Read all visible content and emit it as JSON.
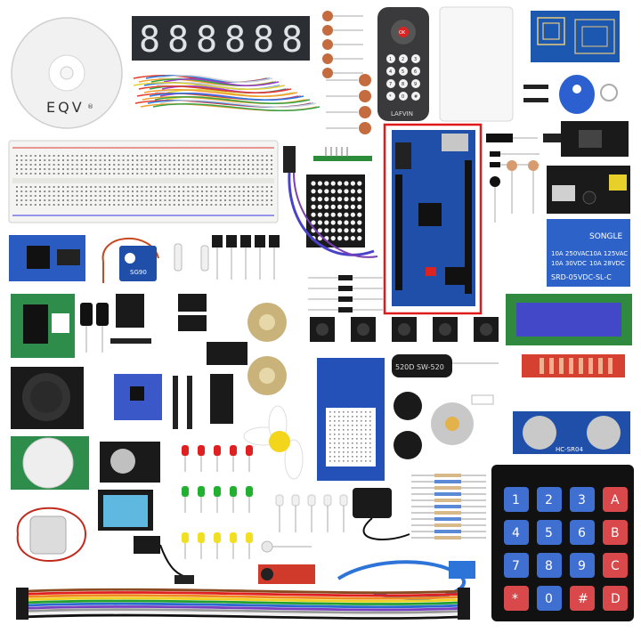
{
  "cd": {
    "brand": "EQV",
    "mark": "®"
  },
  "seven_segment": {
    "digits": [
      "8",
      "8",
      "8",
      "8",
      "8",
      "8"
    ],
    "color": "#2b2f33"
  },
  "remote": {
    "ok": "OK",
    "brand": "LAFVIN",
    "keys": [
      "1",
      "2",
      "3",
      "4",
      "5",
      "6",
      "7",
      "8",
      "9",
      "*",
      "0",
      "#"
    ]
  },
  "servo": {
    "label": "SG90"
  },
  "relay": {
    "brand": "SONGLE",
    "specs": [
      "10A 250VAC",
      "10A 125VAC",
      "10A 30VDC",
      "10A 28VDC"
    ],
    "model": "SRD-05VDC-SL-C"
  },
  "buzzer": {
    "label": "520D  SW-520"
  },
  "ultrasonic": {
    "label": "HC-SR04"
  },
  "keypad": {
    "keys": [
      "1",
      "2",
      "3",
      "A",
      "4",
      "5",
      "6",
      "B",
      "7",
      "8",
      "9",
      "C",
      "*",
      "0",
      "#",
      "D"
    ]
  },
  "colors": {
    "highlight": "#e0191a",
    "board_blue": "#1f4fa8",
    "keypad_blue": "#3f6fd0",
    "keypad_red": "#d9484a"
  }
}
